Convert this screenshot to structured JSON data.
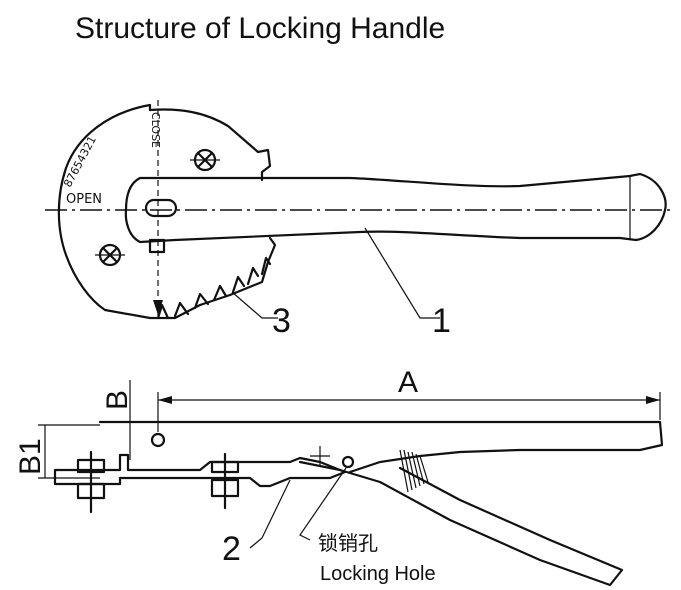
{
  "title": "Structure of Locking Handle",
  "top_view": {
    "scale_numbers": "87654321",
    "close_label": "CLOSE",
    "open_label": "OPEN",
    "callout_1": "1",
    "callout_3": "3"
  },
  "side_view": {
    "dim_a": "A",
    "dim_b": "B",
    "dim_b1": "B1",
    "callout_2": "2",
    "hole_label_cn": "锁销孔",
    "hole_label_en": "Locking Hole"
  }
}
